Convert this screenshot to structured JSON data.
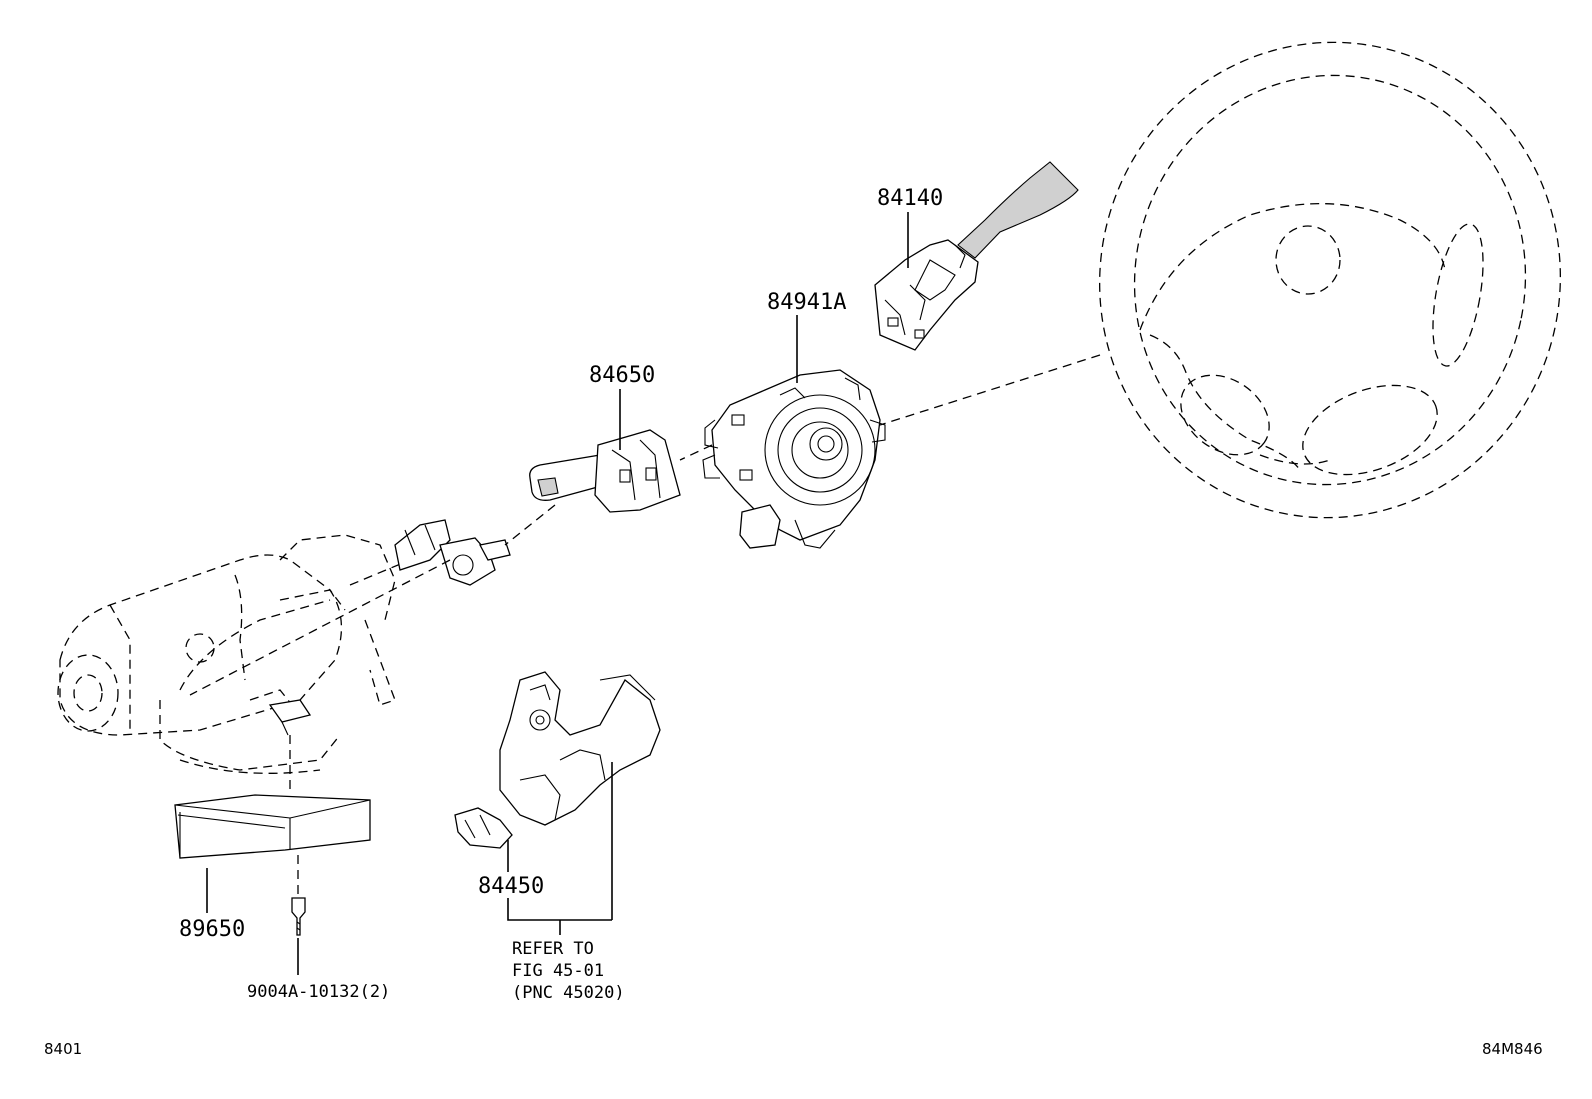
{
  "parts": {
    "combination_switch_wiper": "84140",
    "spiral_cable": "84941A",
    "combination_switch_headlamp": "84650",
    "ignition_switch": "84450",
    "ecu": "89650",
    "bolt": "9004A-10132(2)"
  },
  "reference": {
    "line1": "REFER TO",
    "line2": "FIG 45-01",
    "line3": "(PNC 45020)"
  },
  "corners": {
    "figure_code": "8401",
    "illustration_code": "84M846"
  }
}
